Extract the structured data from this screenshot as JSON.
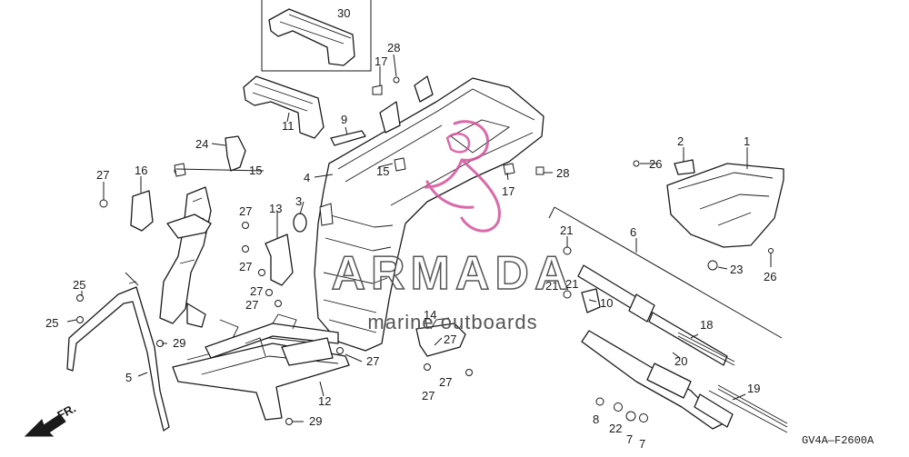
{
  "diagram_code": "GV4A—F2600A",
  "direction_label": "FR.",
  "watermark": {
    "title": "ARMADA",
    "subtitle": "marine outboards",
    "color": "#d64f9a"
  },
  "callouts": [
    "30",
    "28",
    "17",
    "9",
    "11",
    "24",
    "27",
    "16",
    "15",
    "4",
    "3",
    "13",
    "15",
    "28",
    "17",
    "26",
    "2",
    "1",
    "21",
    "6",
    "23",
    "26",
    "25",
    "25",
    "29",
    "5",
    "29",
    "12",
    "27",
    "14",
    "27",
    "21",
    "21",
    "10",
    "18",
    "20",
    "19",
    "8",
    "22",
    "7",
    "7",
    "27",
    "27",
    "27",
    "27",
    "27",
    "27"
  ]
}
